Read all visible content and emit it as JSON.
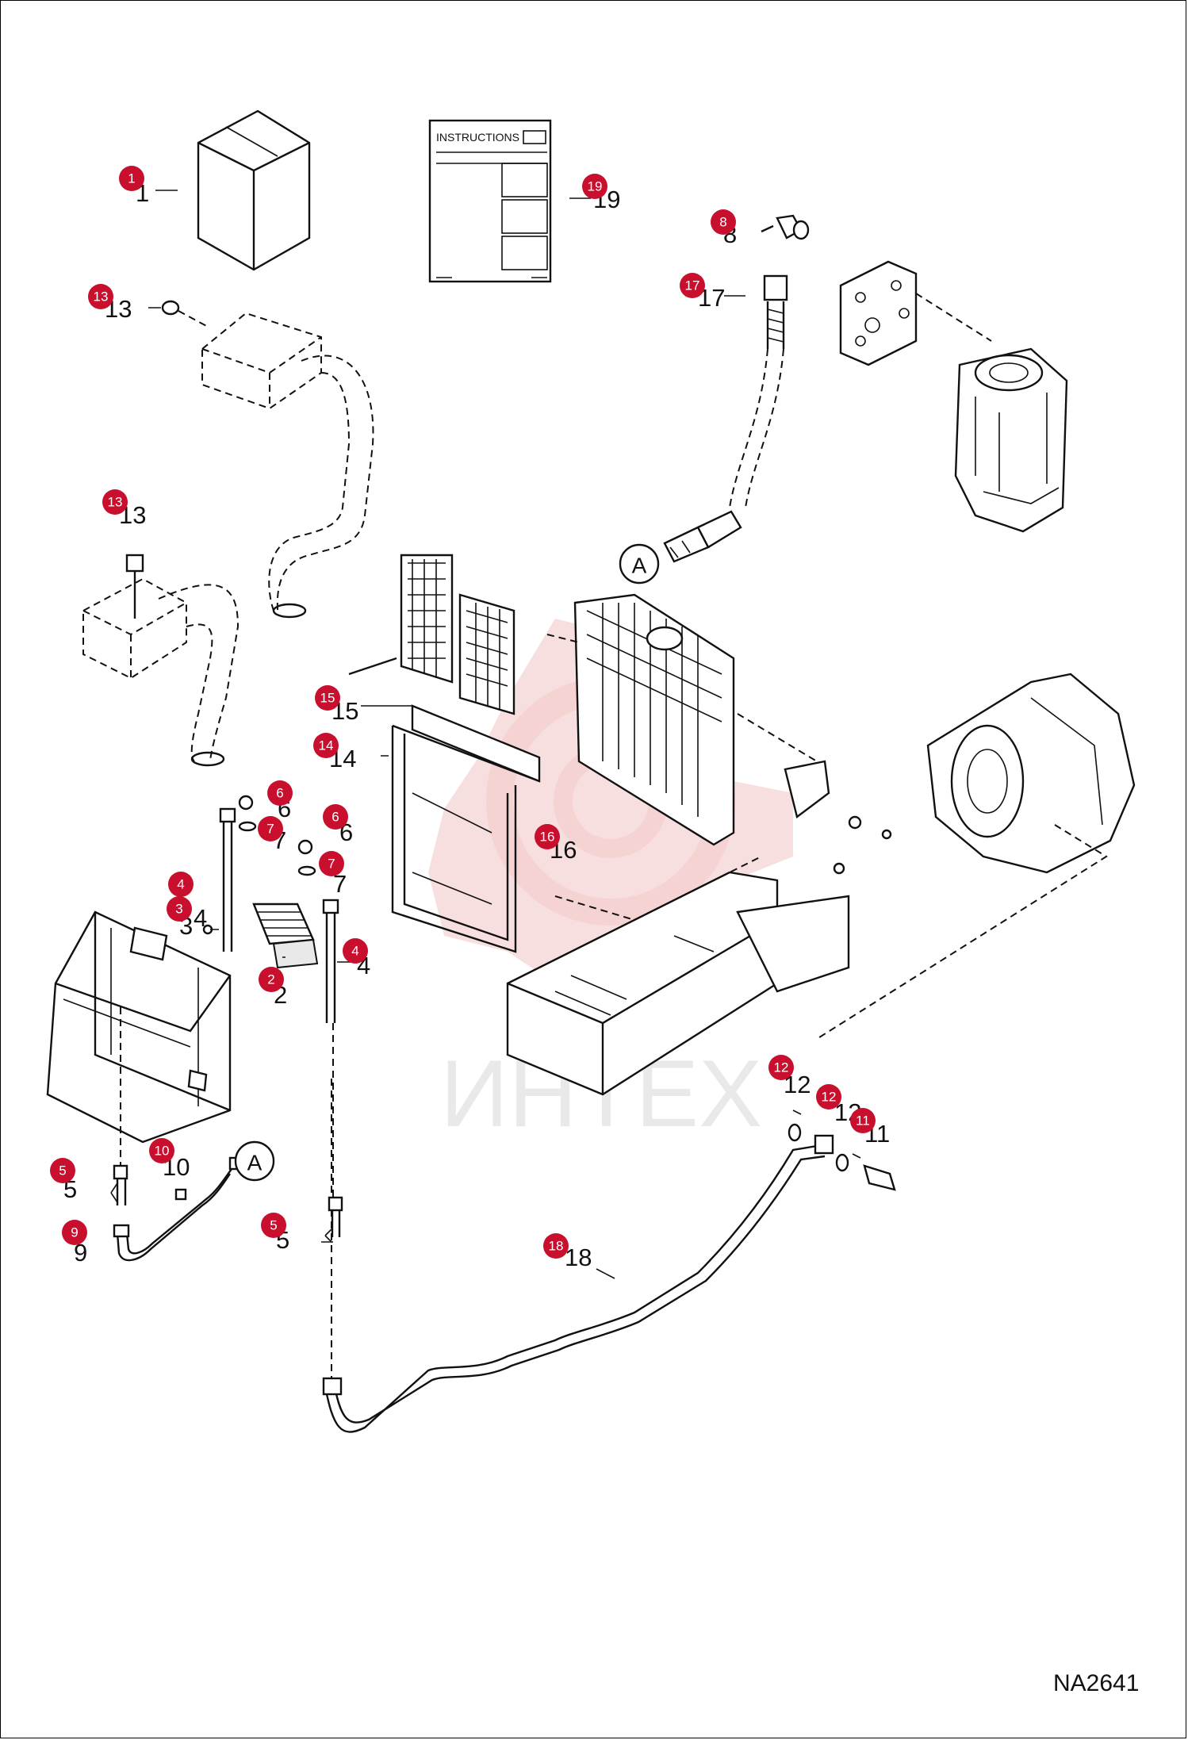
{
  "drawing_code": "NA2641",
  "instructions_label": "INSTRUCTIONS",
  "watermark_text": "ИНТЕХ",
  "accent_color": "#c8102e",
  "reference_label": "A",
  "callouts": [
    {
      "id": "c1",
      "number": "1"
    },
    {
      "id": "c19",
      "number": "19"
    },
    {
      "id": "c8",
      "number": "8"
    },
    {
      "id": "c17",
      "number": "17"
    },
    {
      "id": "c13a",
      "number": "13"
    },
    {
      "id": "c13b",
      "number": "13"
    },
    {
      "id": "c15",
      "number": "15"
    },
    {
      "id": "c14",
      "number": "14"
    },
    {
      "id": "c16",
      "number": "16"
    },
    {
      "id": "c6a",
      "number": "6"
    },
    {
      "id": "c7a",
      "number": "7"
    },
    {
      "id": "c6b",
      "number": "6"
    },
    {
      "id": "c7b",
      "number": "7"
    },
    {
      "id": "c4a",
      "number": "4"
    },
    {
      "id": "c3",
      "number": "3"
    },
    {
      "id": "c4b",
      "number": "4"
    },
    {
      "id": "c2",
      "number": "2"
    },
    {
      "id": "c10",
      "number": "10"
    },
    {
      "id": "c5a",
      "number": "5"
    },
    {
      "id": "c9",
      "number": "9"
    },
    {
      "id": "c5b",
      "number": "5"
    },
    {
      "id": "c12a",
      "number": "12"
    },
    {
      "id": "c12b",
      "number": "12"
    },
    {
      "id": "c11",
      "number": "11"
    },
    {
      "id": "c18",
      "number": "18"
    }
  ]
}
